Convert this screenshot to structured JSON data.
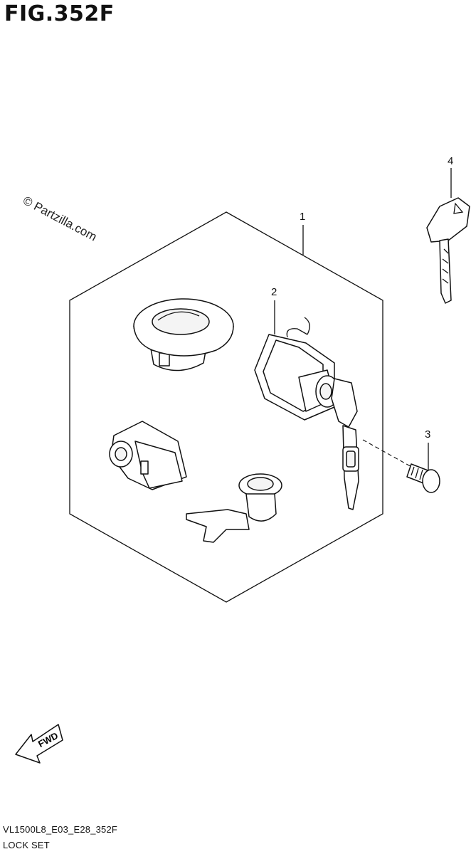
{
  "figure": {
    "title": "FIG.352F",
    "watermark": "© Partzilla.com",
    "model_code": "VL1500L8_E03_E28_352F",
    "section_name": "LOCK SET",
    "fwd_label": "FWD"
  },
  "callouts": [
    {
      "id": 1,
      "label": "1"
    },
    {
      "id": 2,
      "label": "2"
    },
    {
      "id": 3,
      "label": "3"
    },
    {
      "id": 4,
      "label": "4"
    }
  ]
}
